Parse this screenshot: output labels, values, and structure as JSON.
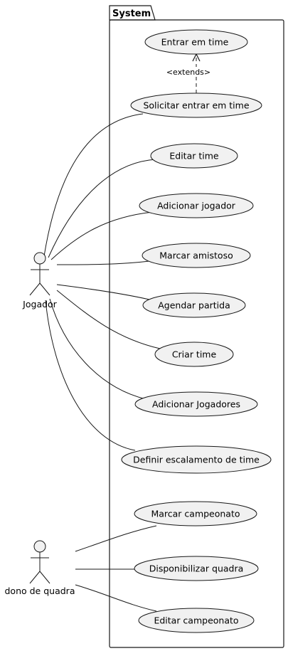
{
  "system": {
    "label": "System"
  },
  "actors": [
    {
      "id": "jogador",
      "name": "Jogador"
    },
    {
      "id": "dono",
      "name": "dono de quadra"
    }
  ],
  "use_cases": [
    {
      "id": "uc1",
      "label": "Entrar em time"
    },
    {
      "id": "uc2",
      "label": "Solicitar entrar em time"
    },
    {
      "id": "uc3",
      "label": "Editar time"
    },
    {
      "id": "uc4",
      "label": "Adicionar jogador"
    },
    {
      "id": "uc5",
      "label": "Marcar amistoso"
    },
    {
      "id": "uc6",
      "label": "Agendar partida"
    },
    {
      "id": "uc7",
      "label": "Criar time"
    },
    {
      "id": "uc8",
      "label": "Adicionar Jogadores"
    },
    {
      "id": "uc9",
      "label": "Definir escalamento de time"
    },
    {
      "id": "uc10",
      "label": "Marcar campeonato"
    },
    {
      "id": "uc11",
      "label": "Disponibilizar quadra"
    },
    {
      "id": "uc12",
      "label": "Editar campeonato"
    }
  ],
  "relations": {
    "extends_label": "<extends>"
  },
  "colors": {
    "usecase_fill": "#f1f1f1",
    "stroke": "#181818",
    "background": "#ffffff"
  }
}
